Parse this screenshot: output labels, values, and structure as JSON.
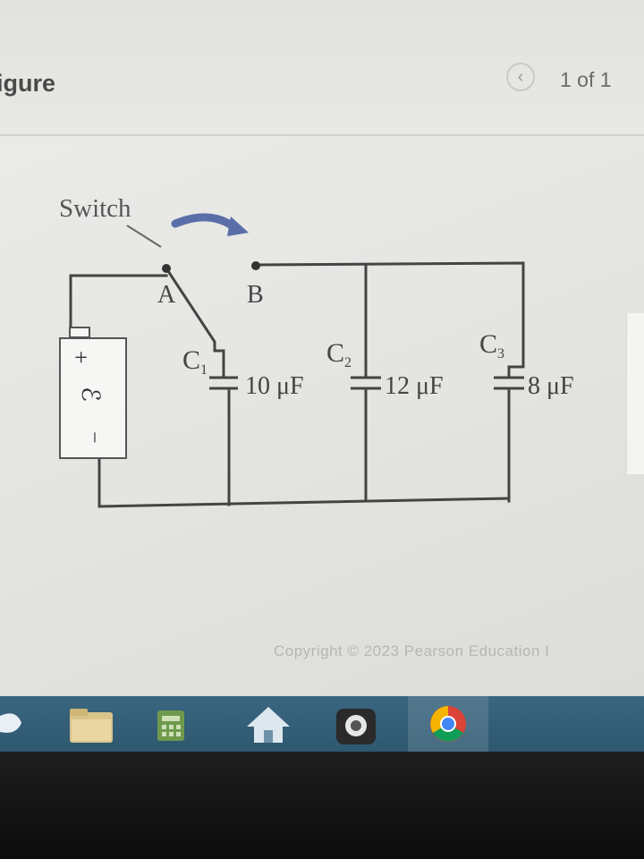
{
  "header": {
    "title": "igure",
    "page_indicator": "1 of 1",
    "prev_icon": "chevron-left-icon"
  },
  "circuit": {
    "switch_label": "Switch",
    "switch_arrow_icon": "curved-arrow-icon",
    "terminal_a": "A",
    "terminal_b": "B",
    "battery": {
      "plus": "+",
      "emf": "ℰ",
      "minus": "−"
    },
    "capacitors": [
      {
        "name": "C",
        "subscript": "1",
        "value": "10 μF"
      },
      {
        "name": "C",
        "subscript": "2",
        "value": "12 μF"
      },
      {
        "name": "C",
        "subscript": "3",
        "value": "8 μF"
      }
    ]
  },
  "footer": {
    "copyright": "Copyright © 2023 Pearson Education I"
  },
  "taskbar": {
    "items": [
      "windows-logo-icon",
      "folder-icon",
      "calculator-icon",
      "home-icon",
      "camera-app-icon",
      "chrome-icon"
    ]
  },
  "colors": {
    "wire": "#444444",
    "taskbar": "#35607a",
    "background": "#e8e8e5"
  }
}
